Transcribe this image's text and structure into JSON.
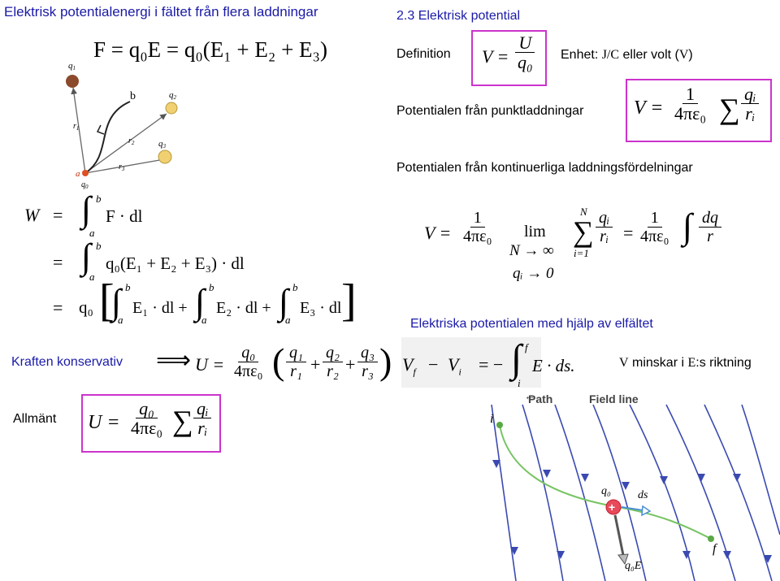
{
  "left": {
    "title": "Elektrisk potentialenergi i fältet från flera laddningar",
    "force_eq": "F = q₀E = q₀(E₁ + E₂ + E₃)",
    "diagram": {
      "labels": {
        "q1": "q",
        "q1_sub": "1",
        "q2": "q",
        "q2_sub": "2",
        "q3": "q",
        "q3_sub": "3",
        "q0": "q",
        "q0_sub": "0",
        "a": "a",
        "b": "b",
        "r1": "r",
        "r1_sub": "1",
        "r2": "r",
        "r2_sub": "2",
        "r3": "r",
        "r3_sub": "3"
      }
    },
    "work": {
      "W": "W",
      "eq": "=",
      "line1": "F · dl",
      "line2": "q₀(E₁ + E₂ + E₃) · dl",
      "line3_q0": "q₀",
      "line3_t1": "E₁ · dl +",
      "line3_t2": "E₂ · dl +",
      "line3_t3": "E₃ · dl",
      "lim_a": "a",
      "lim_b": "b"
    },
    "konservativ": {
      "label": "Kraften konservativ",
      "U": "U =",
      "q0": "q₀",
      "fourpie0": "4πε₀",
      "q1": "q₁",
      "r1": "r₁",
      "q2": "q₂",
      "r2": "r₂",
      "q3": "q₃",
      "r3": "r₃",
      "plus": "+"
    },
    "allmant": {
      "label": "Allmänt",
      "U": "U =",
      "q0": "q₀",
      "fourpie0": "4πε₀",
      "qi": "qᵢ",
      "ri": "rᵢ"
    }
  },
  "right": {
    "heading": "2.3 Elektrisk potential",
    "definition": {
      "label": "Definition",
      "V": "V =",
      "U": "U",
      "q0": "q₀",
      "unit_prefix": "Enhet: ",
      "unit_value": "J/C",
      "unit_middle": " eller volt (",
      "unit_v": "V",
      "unit_suffix": ")"
    },
    "point": {
      "label": "Potentialen från punktladdningar",
      "V": "V =",
      "one": "1",
      "fourpie0": "4πε₀",
      "qi": "qᵢ",
      "ri": "rᵢ"
    },
    "continuous": {
      "label": "Potentialen från kontinuerliga laddningsfördelningar",
      "V": "V =",
      "one": "1",
      "fourpie0": "4πε₀",
      "lim": "lim",
      "N_to_inf": "N → ∞",
      "qi_to_0": "qᵢ → 0",
      "N": "N",
      "i1": "i=1",
      "qi": "qᵢ",
      "ri": "rᵢ",
      "eq": "=",
      "dq": "dq",
      "r": "r"
    },
    "field": {
      "label": "Elektriska potentialen med hjälp av elfältet",
      "Vf": "V",
      "f_sub": "f",
      "minus": "−",
      "Vi": "V",
      "i_sub": "i",
      "eq": "= −",
      "integrand": "E · ds.",
      "lim_f": "f",
      "lim_i": "i",
      "note_v": "V",
      "note_mid": " minskar i ",
      "note_e": "E",
      "note_end": ":s riktning"
    },
    "figure": {
      "path_label": "Path",
      "field_label": "Field line",
      "i": "i",
      "f": "f",
      "q0": "q₀",
      "ds": "ds",
      "q0E": "q₀E"
    }
  },
  "colors": {
    "title": "#1a1aa8",
    "box": "#cc33cc",
    "charge": "#f0d070",
    "q1": "#8b4a2b",
    "field": "#3a4ab0",
    "path": "#77c463"
  }
}
